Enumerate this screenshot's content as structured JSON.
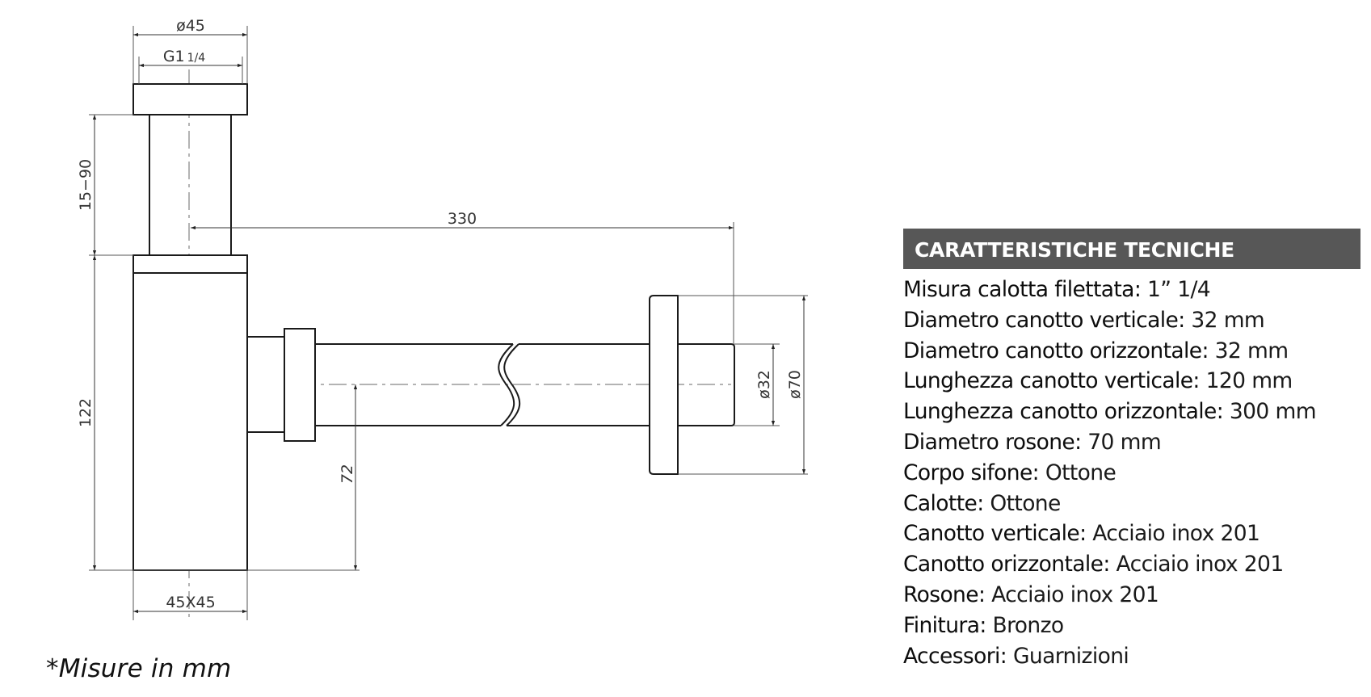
{
  "drawing": {
    "dimensions": {
      "cap_diameter": "ø45",
      "thread": "G1",
      "thread_fraction": "1/4",
      "adjustable_height": "15−90",
      "horizontal_length": "330",
      "body_height": "122",
      "outlet_height": "72",
      "body_section": "45X45",
      "pipe_diameter": "ø32",
      "rosette_diameter": "ø70"
    },
    "colors": {
      "outline": "#1a1a1a",
      "dimension": "#444444",
      "centerline": "#9a9a9a"
    }
  },
  "footnote": "*Misure in mm",
  "specs": {
    "title": "CARATTERISTICHE TECNICHE",
    "header_color": "#575757",
    "items": [
      {
        "label": "Misura calotta filettata:",
        "value": "1” 1/4"
      },
      {
        "label": "Diametro canotto verticale:",
        "value": "32 mm"
      },
      {
        "label": "Diametro canotto orizzontale:",
        "value": "32 mm"
      },
      {
        "label": "Lunghezza canotto verticale:",
        "value": "120 mm"
      },
      {
        "label": "Lunghezza canotto orizzontale:",
        "value": "300 mm"
      },
      {
        "label": "Diametro rosone:",
        "value": "70 mm"
      },
      {
        "label": "Corpo sifone:",
        "value": "Ottone"
      },
      {
        "label": "Calotte:",
        "value": "Ottone"
      },
      {
        "label": "Canotto verticale:",
        "value": "Acciaio inox 201"
      },
      {
        "label": "Canotto orizzontale:",
        "value": "Acciaio inox 201"
      },
      {
        "label": "Rosone:",
        "value": "Acciaio inox 201"
      },
      {
        "label": "Finitura:",
        "value": "Bronzo"
      },
      {
        "label": "Accessori:",
        "value": "Guarnizioni"
      }
    ]
  }
}
